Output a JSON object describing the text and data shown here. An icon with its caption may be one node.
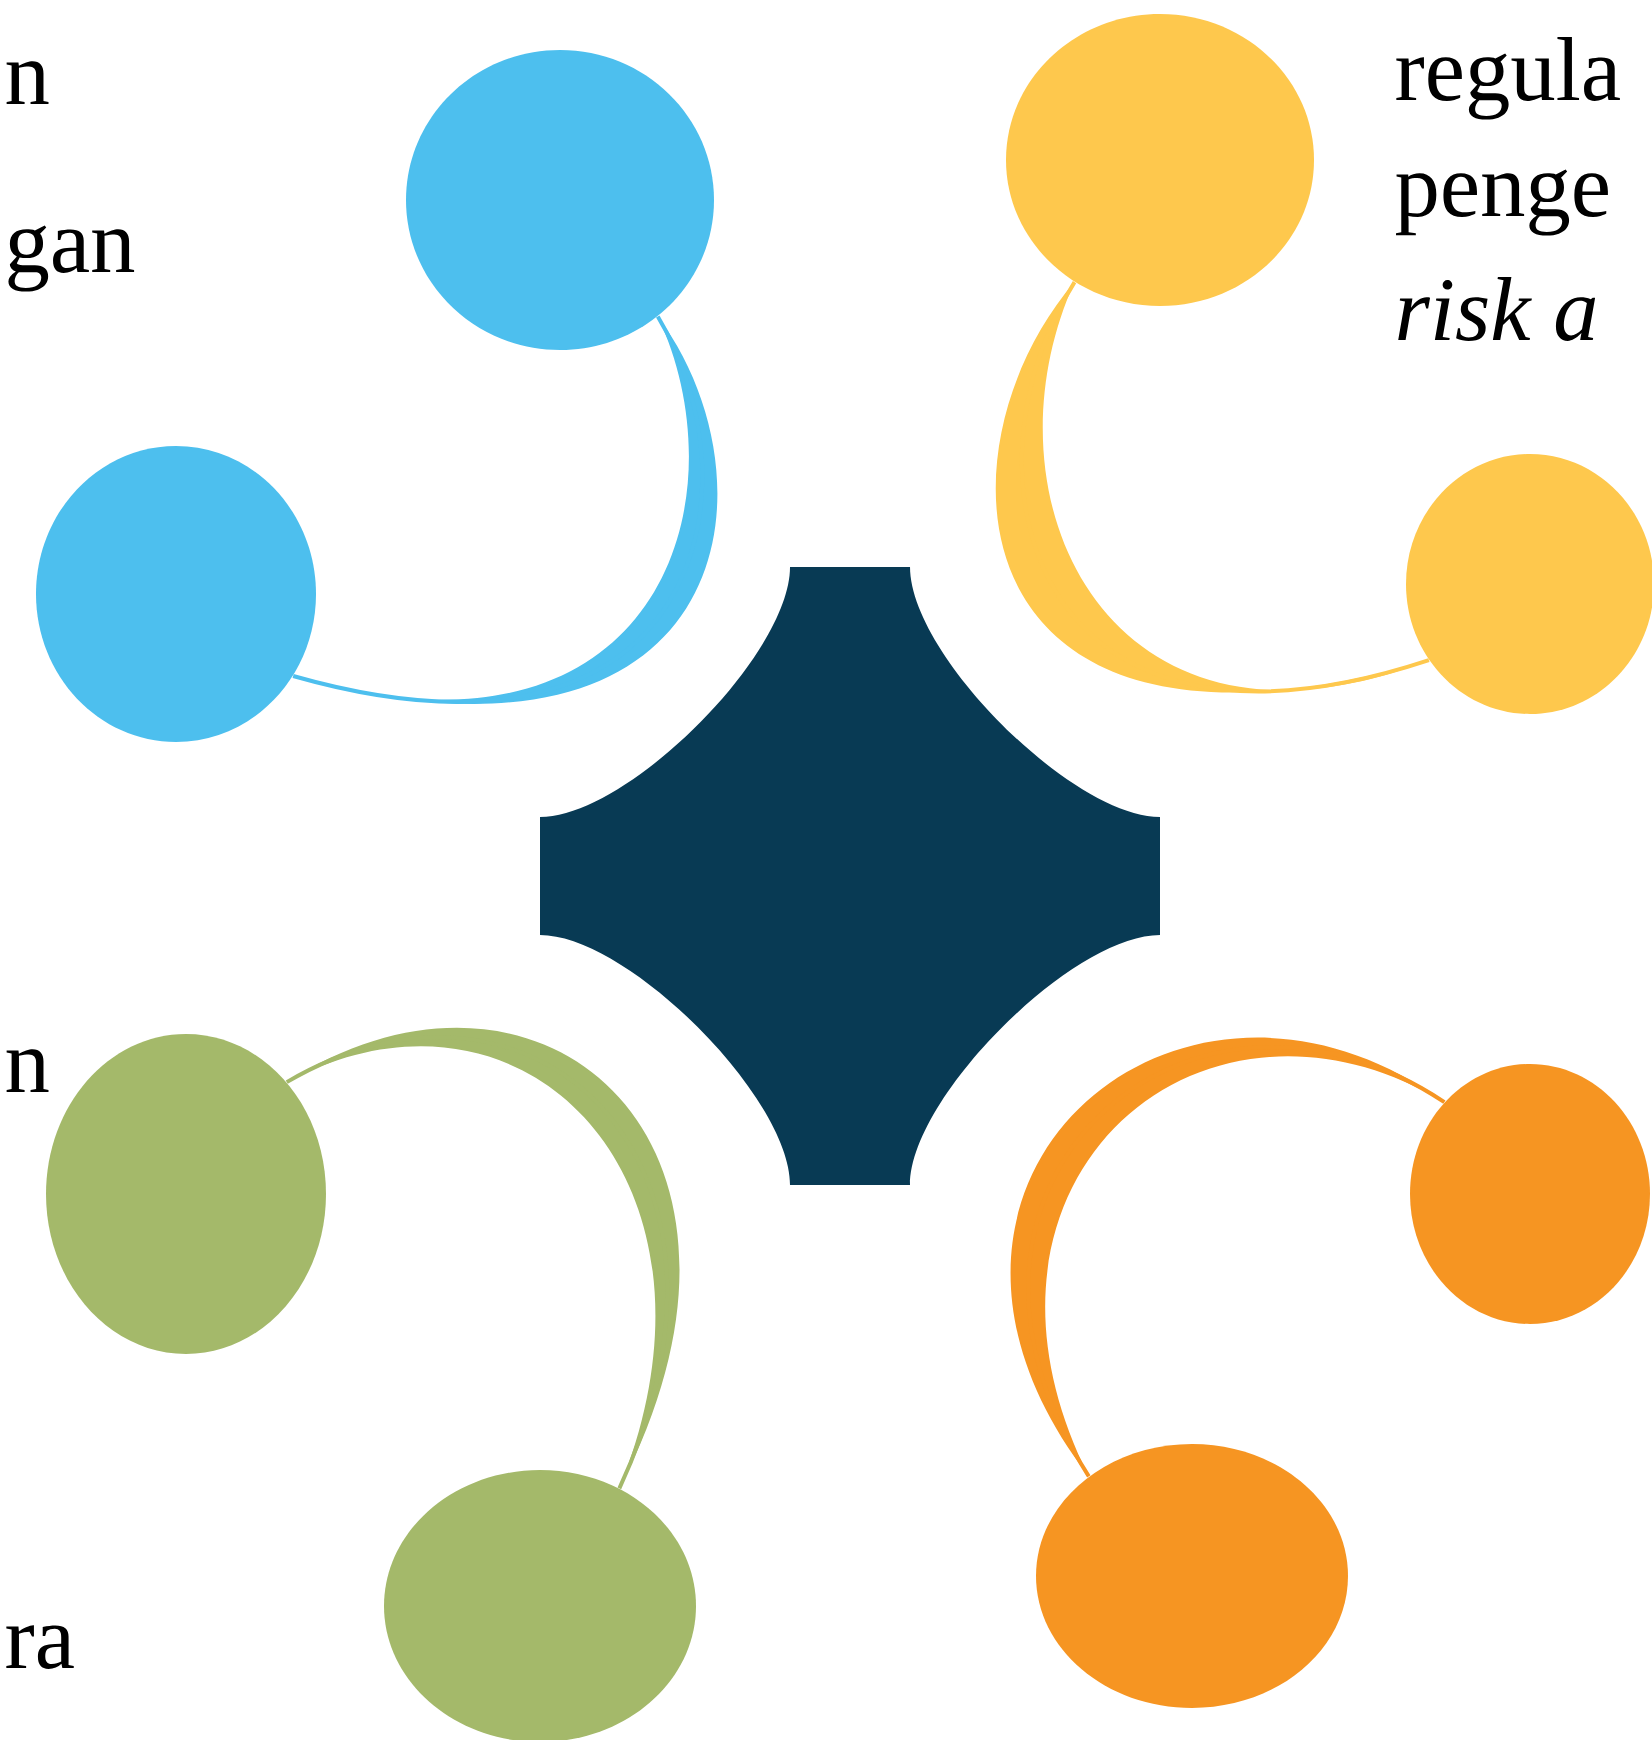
{
  "diagram": {
    "nodes": [
      {
        "text": [],
        "shape": "circle"
      },
      {
        "text": [],
        "shape": "circle"
      },
      {
        "text": [],
        "shape": "circle"
      },
      {
        "text": [],
        "shape": "circle"
      },
      {
        "text": [],
        "shape": "box"
      },
      {
        "text": [],
        "shape": "circle"
      },
      {
        "text": [],
        "shape": "circle"
      },
      {
        "text": [],
        "shape": "circle"
      },
      {
        "text": [],
        "shape": "circle"
      }
    ],
    "edges": [
      {
        "from": 0,
        "to": 1,
        "arrow": "none",
        "color": "#4dbfee"
      },
      {
        "from": 2,
        "to": 3,
        "arrow": "none",
        "color": "#fec84d"
      },
      {
        "from": 5,
        "to": 7,
        "arrow": "none",
        "color": "#a4b96a"
      },
      {
        "from": 6,
        "to": 8,
        "arrow": "none",
        "color": "#f69522"
      }
    ],
    "labels": [
      "regula",
      "n",
      "penge",
      "gan",
      "risk a",
      "n",
      "ra"
    ]
  }
}
